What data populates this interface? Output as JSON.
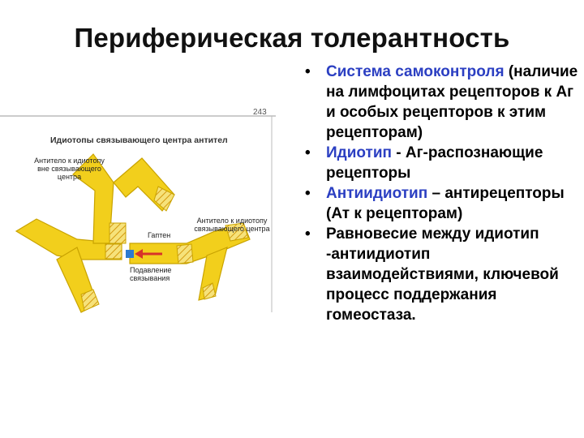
{
  "slide": {
    "title": "Периферическая толерантность"
  },
  "figure": {
    "page_number": "243",
    "header": "Идиотопы связывающего центра антител",
    "labels": {
      "antibody_to_idiotope_left": "Антитело к идиотопу\nвне связывающего\nцентра",
      "hapten": "Гаптен",
      "antibody_to_idiotope_right": "Антитело к идиотопу\nсвязывающего центра",
      "suppressed_binding": "Подавление\nсвязывания"
    },
    "colors": {
      "antibody_fill": "#f2cf1c",
      "antibody_stroke": "#c9a300",
      "hatch": "#d59a10",
      "hapten": "#2d7bd0",
      "arrow": "#d8332a"
    }
  },
  "bullets": [
    {
      "term": "Система самоконтроля",
      "separator": "",
      "text": " (наличие на лимфоцитах рецепторов к Аг и особых рецепторов к этим рецепторам)"
    },
    {
      "term": "Идиотип",
      "separator": "",
      "text": " - Аг-распознающие рецепторы"
    },
    {
      "term": "Антиидиотип",
      "separator": "",
      "text": " – антирецепторы (Ат к рецепторам)"
    },
    {
      "term": "",
      "separator": "",
      "text": "Равновесие между идиотип -антиидиотип взаимодействиями, ключевой процесс поддержания гомеостаза."
    }
  ]
}
